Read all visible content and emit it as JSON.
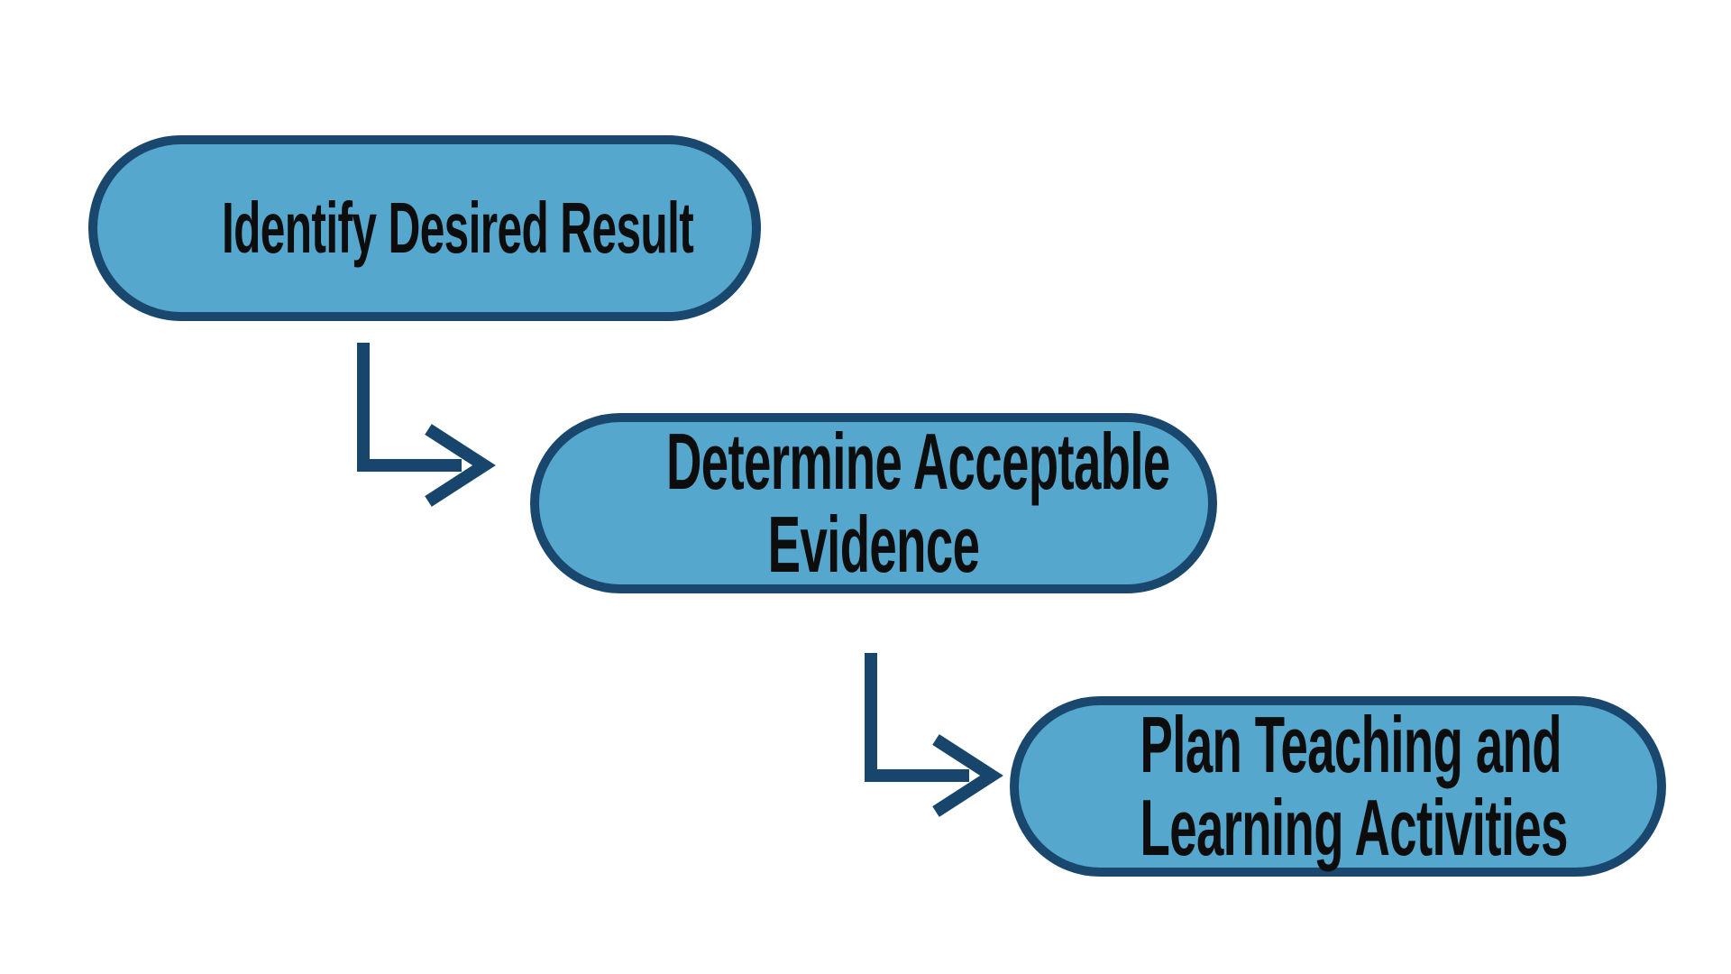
{
  "diagram": {
    "type": "flowchart",
    "nodes": [
      {
        "id": "identify-desired-result",
        "lines": [
          "Identify Desired Result"
        ]
      },
      {
        "id": "determine-acceptable-evidence",
        "lines": [
          "Determine Acceptable",
          "Evidence"
        ]
      },
      {
        "id": "plan-teaching-and-learning-activities",
        "lines": [
          "Plan Teaching and",
          "Learning Activities"
        ]
      }
    ],
    "connectors": [
      {
        "from": "identify-desired-result",
        "to": "determine-acceptable-evidence",
        "shape": "elbow-down-right-arrow"
      },
      {
        "from": "determine-acceptable-evidence",
        "to": "plan-teaching-and-learning-activities",
        "shape": "elbow-down-right-arrow"
      }
    ]
  },
  "colors": {
    "background": "#ffffff",
    "node_fill": "#55a7ce",
    "node_border": "#1a476d",
    "arrow": "#17456b",
    "text": "#0d0d0d"
  }
}
